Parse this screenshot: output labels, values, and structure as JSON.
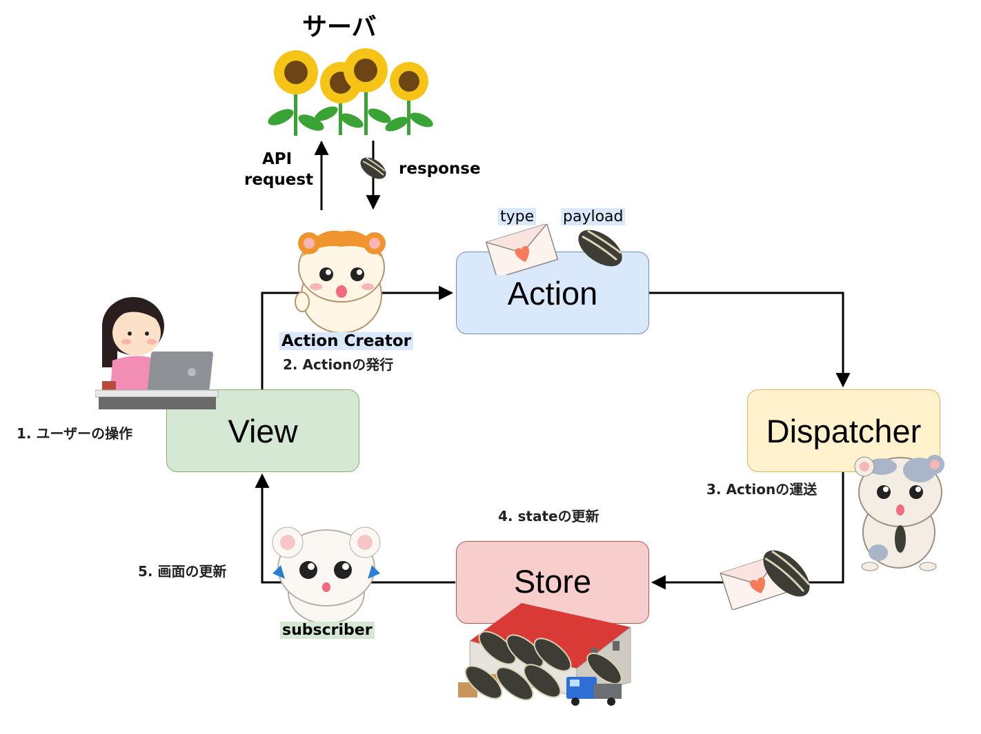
{
  "server": {
    "title": "サーバ"
  },
  "labels": {
    "api_request_line1": "API",
    "api_request_line2": "request",
    "response": "response",
    "type": "type",
    "payload": "payload",
    "action_creator": "Action Creator",
    "step2": "2. Actionの発行",
    "step1": "1. ユーザーの操作",
    "step3": "3. Actionの運送",
    "step4": "4. stateの更新",
    "step5": "5. 画面の更新",
    "subscriber": "subscriber"
  },
  "nodes": {
    "action": "Action",
    "view": "View",
    "dispatcher": "Dispatcher",
    "store": "Store"
  },
  "colors": {
    "action_fill": "#dae8fc",
    "action_stroke": "#6c8ebf",
    "view_fill": "#d5e8d4",
    "view_stroke": "#82b366",
    "dispatcher_fill": "#fff2cc",
    "dispatcher_stroke": "#d6b656",
    "store_fill": "#f8cecc",
    "store_stroke": "#b85450",
    "label_blue_bg": "#dae8fc",
    "label_green_bg": "#d5e8d4"
  }
}
